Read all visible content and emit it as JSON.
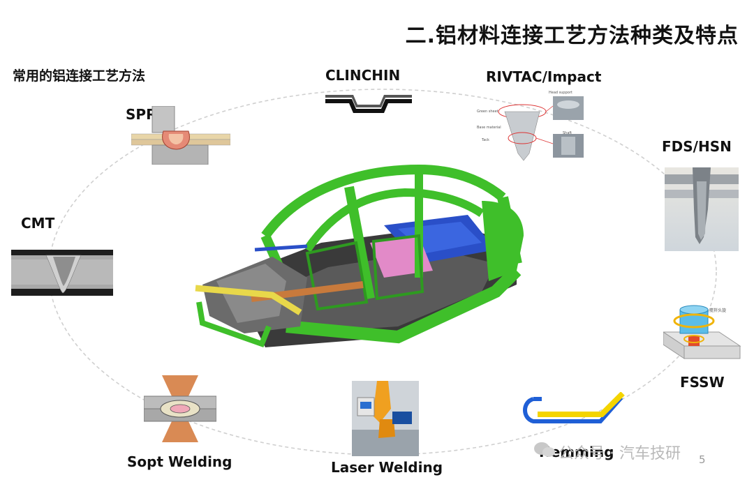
{
  "slide": {
    "title": "二.铝材料连接工艺方法种类及特点",
    "subtitle": "常用的铝连接工艺方法",
    "page_number": "5"
  },
  "methods": {
    "spr": "SPR",
    "clinchin": "CLINCHIN",
    "rivtac": "RIVTAC/Impact",
    "fds": "FDS/HSN",
    "cmt": "CMT",
    "fssw": "FSSW",
    "hemming": "Hemming",
    "laser": "Laser Welding",
    "spot": "Sopt Welding"
  },
  "rivtac_callouts": {
    "head_support": "Head support",
    "green_sheet": "Green sheet",
    "base_material": "Base material",
    "tack": "Tack",
    "shaft": "Shaft"
  },
  "fssw_callout": "搅拌头旋",
  "watermark": "公众号 · 汽车技研",
  "colors": {
    "body_green": "#3fbf2a",
    "gold": "#e8d84a",
    "copper": "#c87a3c",
    "blue": "#2a4fc8",
    "pink": "#e28ac8",
    "dark": "#3b3b3b"
  }
}
